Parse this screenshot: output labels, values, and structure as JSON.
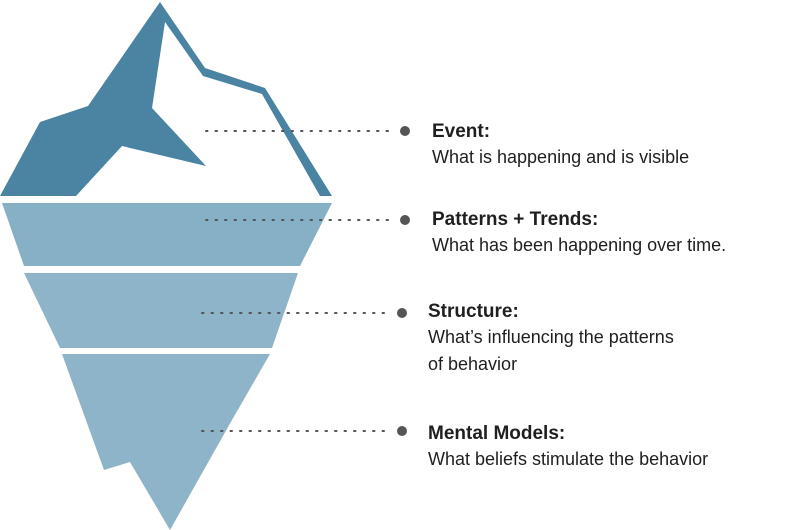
{
  "colors": {
    "peak_dark": "#4a84a2",
    "band_1": "#86b0c6",
    "band_2": "#8db4c9",
    "band_3": "#8db4c9",
    "snow": "#ffffff",
    "dots": "#555555"
  },
  "levels": [
    {
      "title": "Event:",
      "description": [
        "What is happening and is visible"
      ]
    },
    {
      "title": "Patterns + Trends:",
      "description": [
        "What has been happening over time."
      ]
    },
    {
      "title": "Structure:",
      "description": [
        "What’s influencing the patterns",
        "of behavior"
      ]
    },
    {
      "title": "Mental Models:",
      "description": [
        "What beliefs stimulate the behavior"
      ]
    }
  ]
}
